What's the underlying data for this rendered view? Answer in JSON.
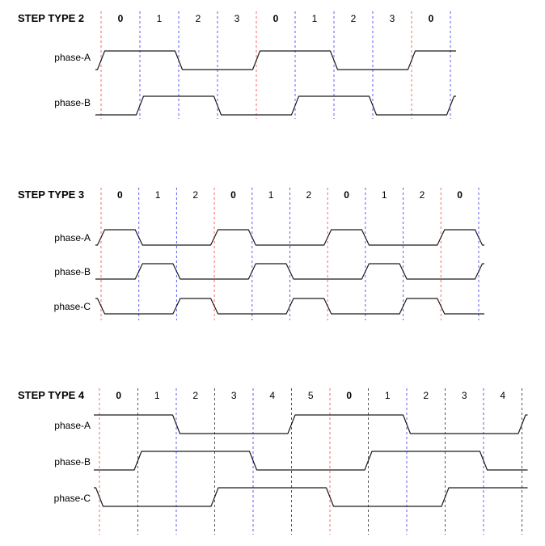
{
  "page": {
    "description": "Stepper step-type timing diagrams"
  },
  "colors": {
    "background": "#ffffff",
    "waveform": "#1a1a1a",
    "text": "#000000",
    "grid_red": "#ff6666",
    "grid_blue": "#5c5cff",
    "grid_black": "#555555"
  },
  "chart_data": [
    {
      "type": "timing",
      "title": "STEP TYPE 2",
      "steps": [
        "0",
        "1",
        "2",
        "3",
        "0",
        "1",
        "2",
        "3",
        "0"
      ],
      "cycle_length": 4,
      "grid_line_colors": [
        "red",
        "blue",
        "blue",
        "blue",
        "red",
        "blue",
        "blue",
        "blue",
        "red",
        "blue"
      ],
      "phases": [
        {
          "label": "phase-A",
          "levels_by_step": [
            1,
            1,
            0,
            0
          ]
        },
        {
          "label": "phase-B",
          "levels_by_step": [
            0,
            1,
            1,
            0
          ]
        }
      ]
    },
    {
      "type": "timing",
      "title": "STEP TYPE 3",
      "steps": [
        "0",
        "1",
        "2",
        "0",
        "1",
        "2",
        "0",
        "1",
        "2",
        "0"
      ],
      "cycle_length": 3,
      "grid_line_colors": [
        "red",
        "blue",
        "blue",
        "red",
        "blue",
        "blue",
        "red",
        "blue",
        "blue",
        "red",
        "blue"
      ],
      "phases": [
        {
          "label": "phase-A",
          "levels_by_step": [
            1,
            0,
            0
          ]
        },
        {
          "label": "phase-B",
          "levels_by_step": [
            0,
            1,
            0
          ]
        },
        {
          "label": "phase-C",
          "levels_by_step": [
            0,
            0,
            1
          ]
        }
      ]
    },
    {
      "type": "timing",
      "title": "STEP TYPE 4",
      "steps": [
        "0",
        "1",
        "2",
        "3",
        "4",
        "5",
        "0",
        "1",
        "2",
        "3",
        "4"
      ],
      "cycle_length": 6,
      "grid_line_colors": [
        "red",
        "black",
        "blue",
        "black",
        "blue",
        "black",
        "red",
        "black",
        "blue",
        "black",
        "blue",
        "black"
      ],
      "phases": [
        {
          "label": "phase-A",
          "levels_by_step": [
            1,
            1,
            0,
            0,
            0,
            1
          ]
        },
        {
          "label": "phase-B",
          "levels_by_step": [
            0,
            1,
            1,
            1,
            0,
            0
          ]
        },
        {
          "label": "phase-C",
          "levels_by_step": [
            0,
            0,
            0,
            1,
            1,
            1
          ]
        }
      ]
    }
  ]
}
